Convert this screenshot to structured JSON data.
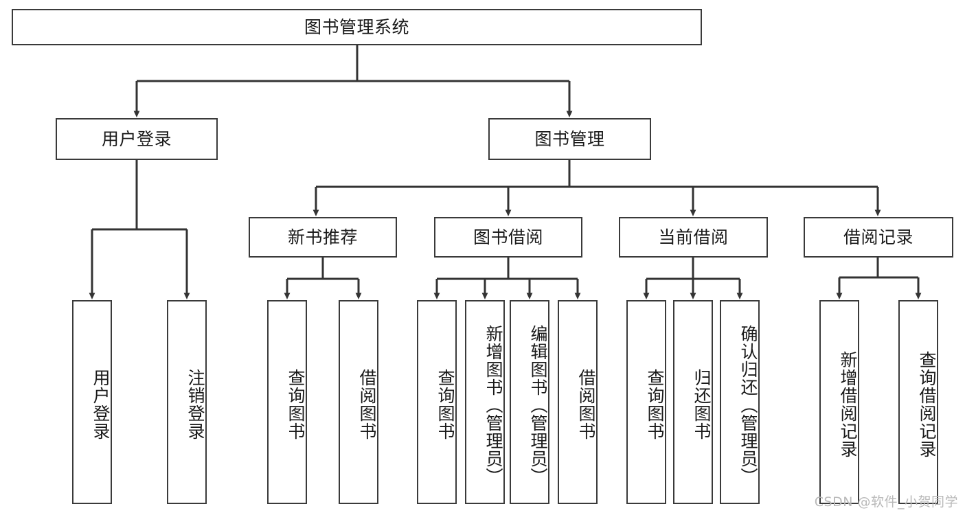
{
  "diagram": {
    "type": "tree",
    "title": "图书管理系统",
    "orientation": "top-down",
    "colors": {
      "node_border": "#3a3a3a",
      "node_fill": "#ffffff",
      "edge": "#333333",
      "text": "#1a1a1a",
      "watermark": "#b9b9b9",
      "background": "#ffffff"
    },
    "root": {
      "label": "图书管理系统"
    },
    "level2": [
      {
        "label": "用户登录"
      },
      {
        "label": "图书管理"
      }
    ],
    "level3": [
      {
        "label": "新书推荐"
      },
      {
        "label": "图书借阅"
      },
      {
        "label": "当前借阅"
      },
      {
        "label": "借阅记录"
      }
    ],
    "leaves": {
      "user_login": [
        {
          "label": "用户登录"
        },
        {
          "label": "注销登录"
        }
      ],
      "new_book_recommend": [
        {
          "label": "查询图书"
        },
        {
          "label": "借阅图书"
        }
      ],
      "book_borrow": [
        {
          "label": "查询图书"
        },
        {
          "label": "新增图书（管理员）"
        },
        {
          "label": "编辑图书（管理员）"
        },
        {
          "label": "借阅图书"
        }
      ],
      "current_borrow": [
        {
          "label": "查询图书"
        },
        {
          "label": "归还图书"
        },
        {
          "label": "确认归还（管理员）"
        }
      ],
      "borrow_record": [
        {
          "label": "新增借阅记录"
        },
        {
          "label": "查询借阅记录"
        }
      ]
    },
    "watermark": "CSDN @软件_小贺同学"
  }
}
